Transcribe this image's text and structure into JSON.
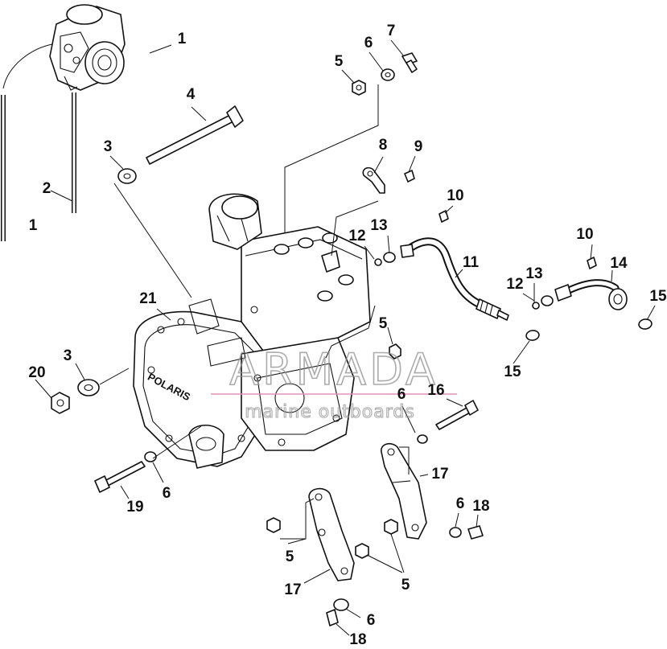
{
  "colors": {
    "line": "#111111",
    "background": "#ffffff",
    "watermark": "#e38fbf",
    "watermark_text": "#8f8f8f"
  },
  "watermark": {
    "brand": "ARMADA",
    "tagline": "marine outboards"
  },
  "engine_mark": "POLARIS",
  "callouts": [
    {
      "id": "c1a",
      "label": "1"
    },
    {
      "id": "c1b",
      "label": "1"
    },
    {
      "id": "c2",
      "label": "2"
    },
    {
      "id": "c3a",
      "label": "3"
    },
    {
      "id": "c3b",
      "label": "3"
    },
    {
      "id": "c4",
      "label": "4"
    },
    {
      "id": "c5a",
      "label": "5"
    },
    {
      "id": "c5b",
      "label": "5"
    },
    {
      "id": "c5c",
      "label": "5"
    },
    {
      "id": "c5d",
      "label": "5"
    },
    {
      "id": "c6a",
      "label": "6"
    },
    {
      "id": "c6b",
      "label": "6"
    },
    {
      "id": "c6c",
      "label": "6"
    },
    {
      "id": "c6d",
      "label": "6"
    },
    {
      "id": "c6e",
      "label": "6"
    },
    {
      "id": "c7",
      "label": "7"
    },
    {
      "id": "c8",
      "label": "8"
    },
    {
      "id": "c9",
      "label": "9"
    },
    {
      "id": "c10a",
      "label": "10"
    },
    {
      "id": "c10b",
      "label": "10"
    },
    {
      "id": "c11",
      "label": "11"
    },
    {
      "id": "c12a",
      "label": "12"
    },
    {
      "id": "c12b",
      "label": "12"
    },
    {
      "id": "c13a",
      "label": "13"
    },
    {
      "id": "c13b",
      "label": "13"
    },
    {
      "id": "c14",
      "label": "14"
    },
    {
      "id": "c15a",
      "label": "15"
    },
    {
      "id": "c15b",
      "label": "15"
    },
    {
      "id": "c16",
      "label": "16"
    },
    {
      "id": "c17a",
      "label": "17"
    },
    {
      "id": "c17b",
      "label": "17"
    },
    {
      "id": "c18a",
      "label": "18"
    },
    {
      "id": "c18b",
      "label": "18"
    },
    {
      "id": "c19",
      "label": "19"
    },
    {
      "id": "c20",
      "label": "20"
    },
    {
      "id": "c21",
      "label": "21"
    }
  ]
}
